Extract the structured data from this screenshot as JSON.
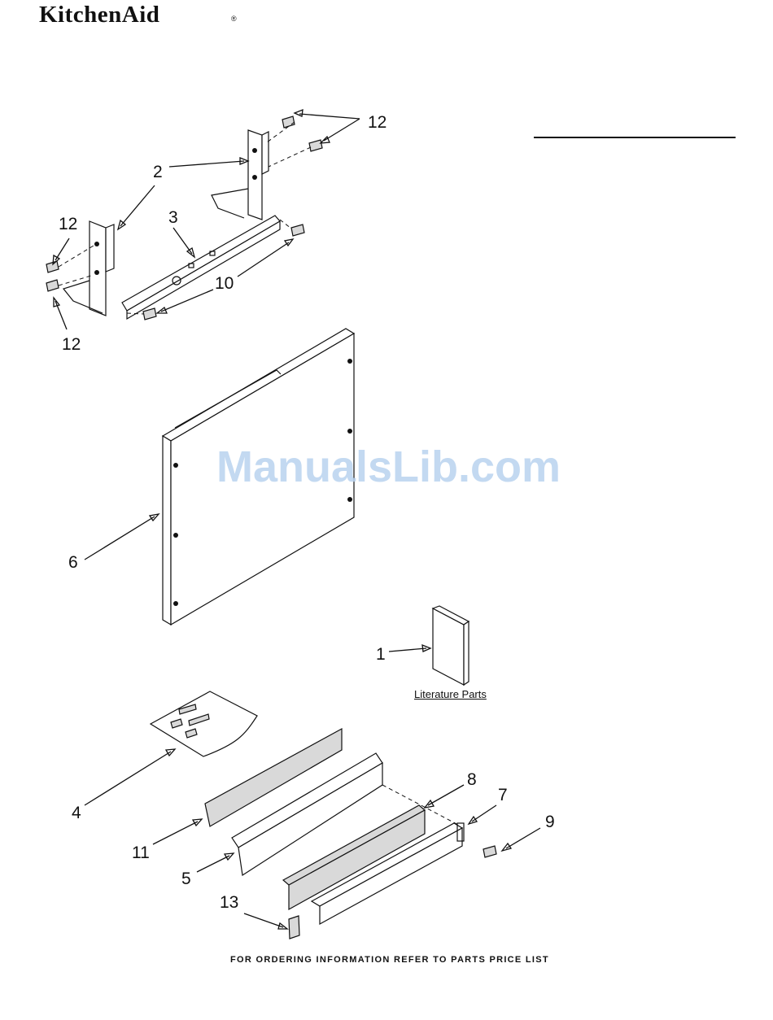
{
  "brand": {
    "name": "KitchenAid",
    "reg_mark": "®"
  },
  "watermark": "ManualsLib.com",
  "callouts": {
    "c1": "1",
    "c2": "2",
    "c3": "3",
    "c4": "4",
    "c5": "5",
    "c6": "6",
    "c7": "7",
    "c8": "8",
    "c9": "9",
    "c10": "10",
    "c11": "11",
    "c12a": "12",
    "c12b": "12",
    "c12c": "12",
    "c13": "13"
  },
  "literature_label": "Literature Parts",
  "footer_note": "FOR ORDERING INFORMATION REFER TO PARTS PRICE LIST"
}
